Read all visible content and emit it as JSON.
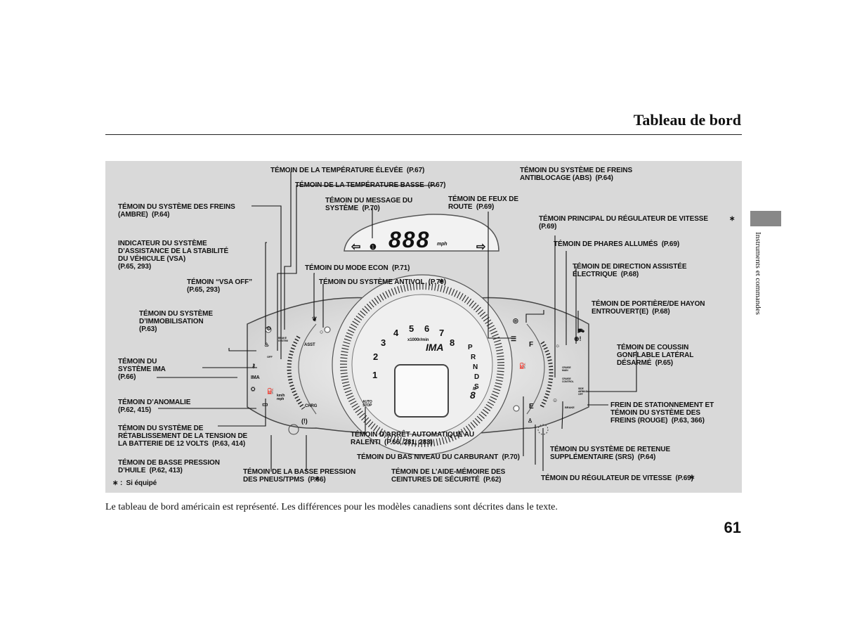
{
  "header": {
    "title": "Tableau de bord",
    "side_tab": "Instruments et commandes"
  },
  "gauge": {
    "display_digits": "888",
    "display_unit": "mph",
    "tach_numbers": [
      "1",
      "2",
      "3",
      "4",
      "5",
      "6",
      "7",
      "8"
    ],
    "tach_unit": "x1000r/min",
    "ima_badge": "IMA",
    "gear_letters": [
      "P",
      "R",
      "N",
      "D",
      "S"
    ],
    "gear_m": "M",
    "gear_digit": "8",
    "assist_label": "ASST",
    "charge_label": "CHRG",
    "auto_stop": "AUTO\nSTOP",
    "fuel_f": "F",
    "fuel_e": "E",
    "ima_icon": "IMA",
    "speed_unit": "km/h\nmph",
    "brake_icon": "BRAKE",
    "cruise_main": "CRUISE\nMAIN",
    "cruise_control": "CRUISE\nCONTROL",
    "side_airbag_off": "SIDE\nAIRBAG\nOFF",
    "brake_system": "BRAKE\nSYSTEM",
    "vsa_off": "OFF"
  },
  "labels": {
    "temp_high": "TÉMOIN DE LA TEMPÉRATURE ÉLEVÉE  (P.67)",
    "temp_low": "TÉMOIN DE LA TEMPÉRATURE BASSE  (P.67)",
    "brake_amber": "TÉMOIN DU SYSTÈME DES FREINS\n(AMBRE)  (P.64)",
    "message": "TÉMOIN DU MESSAGE DU\nSYSTÈME  (P.70)",
    "road_lights": "TÉMOIN DE FEUX DE\nROUTE  (P.69)",
    "abs": "TÉMOIN DU SYSTÈME DE FREINS\nANTIBLOCAGE (ABS)  (P.64)",
    "cruise_main": "TÉMOIN PRINCIPAL DU RÉGULATEUR DE VITESSE\n(P.69)",
    "vsa": "INDICATEUR DU SYSTÈME\nD’ASSISTANCE DE LA STABILITÉ\nDU VÉHICULE (VSA)\n(P.65, 293)",
    "headlights": "TÉMOIN DE PHARES ALLUMÉS  (P.69)",
    "econ": "TÉMOIN DU MODE ECON  (P.71)",
    "eps": "TÉMOIN DE DIRECTION ASSISTÉE\nÉLECTRIQUE  (P.68)",
    "vsa_off": "TÉMOIN “VSA OFF”\n(P.65, 293)",
    "antivol": "TÉMOIN DU SYSTÈME ANTIVOL  (P.70)",
    "door": "TÉMOIN DE PORTIÈRE/DE HAYON\nENTROUVERT(E)  (P.68)",
    "immobilizer": "TÉMOIN DU SYSTÈME\nD’IMMOBILISATION\n(P.63)",
    "side_airbag": "TÉMOIN DE COUSSIN\nGONFLABLE LATÉRAL\nDÉSARMÉ  (P.65)",
    "ima": "TÉMOIN DU\nSYSTÈME IMA\n(P.66)",
    "malfunction": "TÉMOIN D’ANOMALIE\n(P.62, 415)",
    "parking_brake": "FREIN DE STATIONNEMENT ET\nTÉMOIN DU SYSTÈME DES\nFREINS (ROUGE)  (P.63, 366)",
    "battery": "TÉMOIN DU SYSTÈME DE\nRÉTABLISSEMENT DE LA TENSION DE\nLA BATTERIE DE 12 VOLTS  (P.63, 414)",
    "auto_stop": "TÉMOIN D’ARRÊT AUTOMATIQUE AU\nRALENTI  (P.66, 281, 283)",
    "srs": "TÉMOIN DU SYSTÈME DE RETENUE\nSUPPLÉMENTAIRE (SRS)  (P.64)",
    "low_fuel": "TÉMOIN DU BAS NIVEAU DU CARBURANT  (P.70)",
    "oil": "TÉMOIN DE BASSE PRESSION\nD’HUILE  (P.62, 413)",
    "tpms": "TÉMOIN DE LA BASSE PRESSION\nDES PNEUS/TPMS  (P.66)",
    "seatbelt": "TÉMOIN DE L’AIDE-MÉMOIRE DES\nCEINTURES DE SÉCURITÉ  (P.62)",
    "cruise": "TÉMOIN DU RÉGULATEUR DE VITESSE  (P.69)",
    "footnote": "∗ :  Si équipé"
  },
  "caption": "Le tableau de bord américain est représenté. Les différences pour les modèles canadiens sont décrites dans le texte.",
  "page_number": "61"
}
